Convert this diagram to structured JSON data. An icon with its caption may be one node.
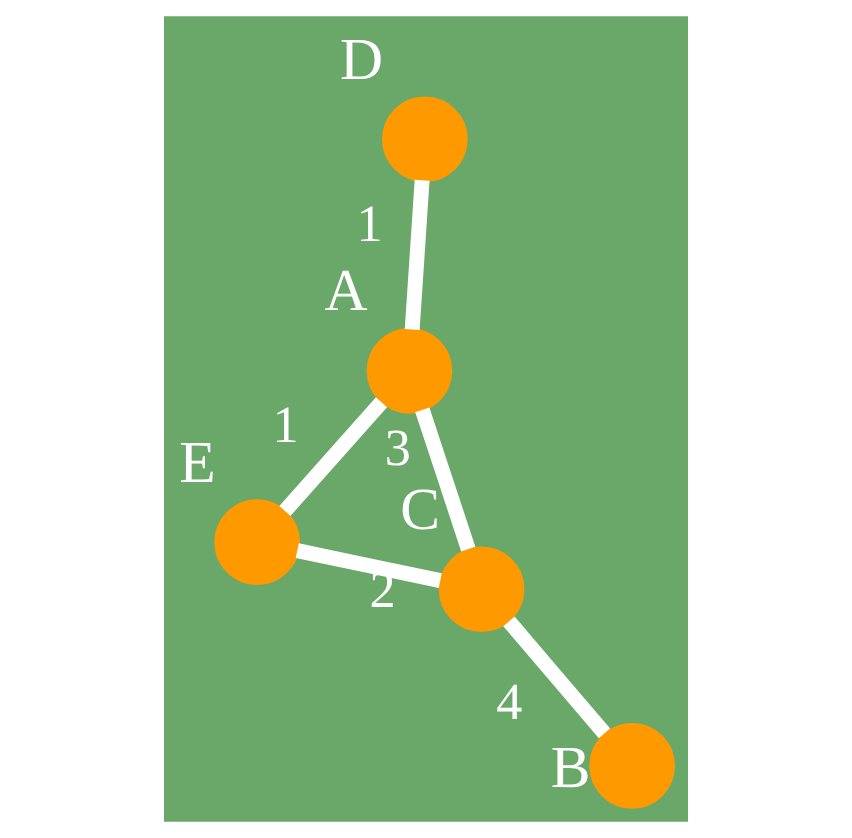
{
  "diagram": {
    "nodes": [
      {
        "text": [],
        "shape": "circle",
        "beside": [
          "A"
        ]
      },
      {
        "text": [],
        "shape": "circle",
        "beside": [
          "B"
        ]
      },
      {
        "text": [],
        "shape": "circle",
        "beside": [
          "C"
        ]
      },
      {
        "text": [],
        "shape": "circle",
        "beside": [
          "D"
        ]
      },
      {
        "text": [],
        "shape": "circle",
        "beside": [
          "E"
        ]
      }
    ],
    "edges": [
      {
        "from": 0,
        "to": 4,
        "arrow": "none",
        "label": "1"
      },
      {
        "from": 0,
        "to": 2,
        "arrow": "none",
        "label": "3"
      },
      {
        "from": 0,
        "to": 3,
        "arrow": "none",
        "label": "1"
      },
      {
        "from": 4,
        "to": 2,
        "arrow": "none",
        "label": "2"
      },
      {
        "from": 1,
        "to": 2,
        "arrow": "none",
        "label": "4"
      }
    ]
  }
}
